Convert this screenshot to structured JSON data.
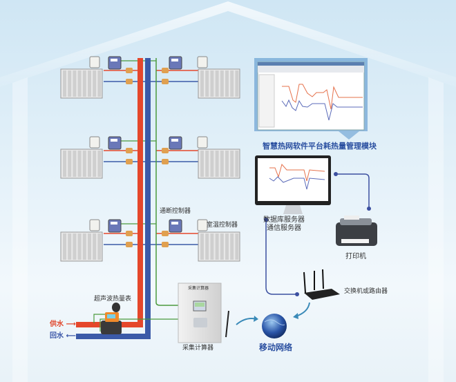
{
  "labels": {
    "software_module": "智慧热网软件平台耗热量管理模块",
    "server": [
      "数据库服务器",
      "通信服务器"
    ],
    "printer": "打印机",
    "router": "交换机或路由器",
    "mobile_network": "移动网络",
    "on_off_controller": "通断控制器",
    "room_temp_controller": "室温控制器",
    "ultrasonic_heat_meter": "超声波热量表",
    "collector": "采集计算器",
    "collector_panel_title": "采集计算器",
    "supply_water": "供水",
    "return_water": "回水"
  },
  "colors": {
    "supply": "#e5472b",
    "return": "#3b5aa8",
    "signal": "#4a9a3c",
    "title": "#2a4fa0"
  },
  "icons": [
    "radiator-icon",
    "thermostat-icon",
    "valve-icon",
    "heat-meter-icon",
    "monitor-icon",
    "printer-icon",
    "router-icon",
    "globe-icon",
    "antenna-icon"
  ]
}
